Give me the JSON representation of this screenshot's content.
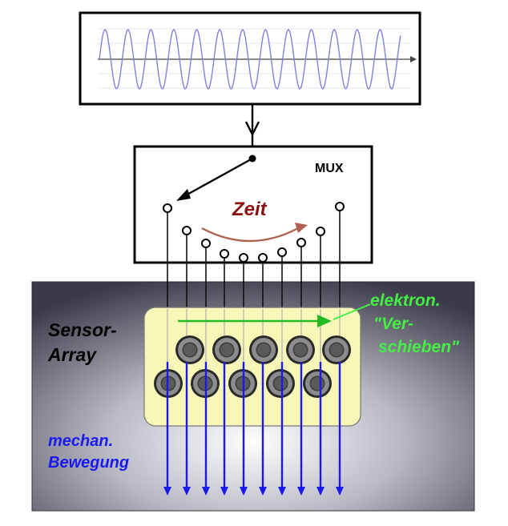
{
  "mux": {
    "label": "MUX"
  },
  "zeit": {
    "label": "Zeit"
  },
  "sensor": {
    "line1": "Sensor-",
    "line2": "Array"
  },
  "elektron": {
    "line1": "elektron.",
    "line2": "\"Ver-",
    "line3": "schieben\""
  },
  "mechan": {
    "line1": "mechan.",
    "line2": "Bewegung"
  },
  "colors": {
    "wave": "#8080dd",
    "arrow_blue": "#1a1aee",
    "arrow_green": "#22bb22",
    "label_green": "#44ee44",
    "zeit_red": "#8b1010",
    "zeit_arrow": "#b06050",
    "pad_fill": "#f7f7b8",
    "frame": "#000000"
  },
  "icons": {
    "switch": "mux-switch-icon",
    "terminal": "mux-terminal-icon",
    "sensor": "sensor-element-icon"
  }
}
